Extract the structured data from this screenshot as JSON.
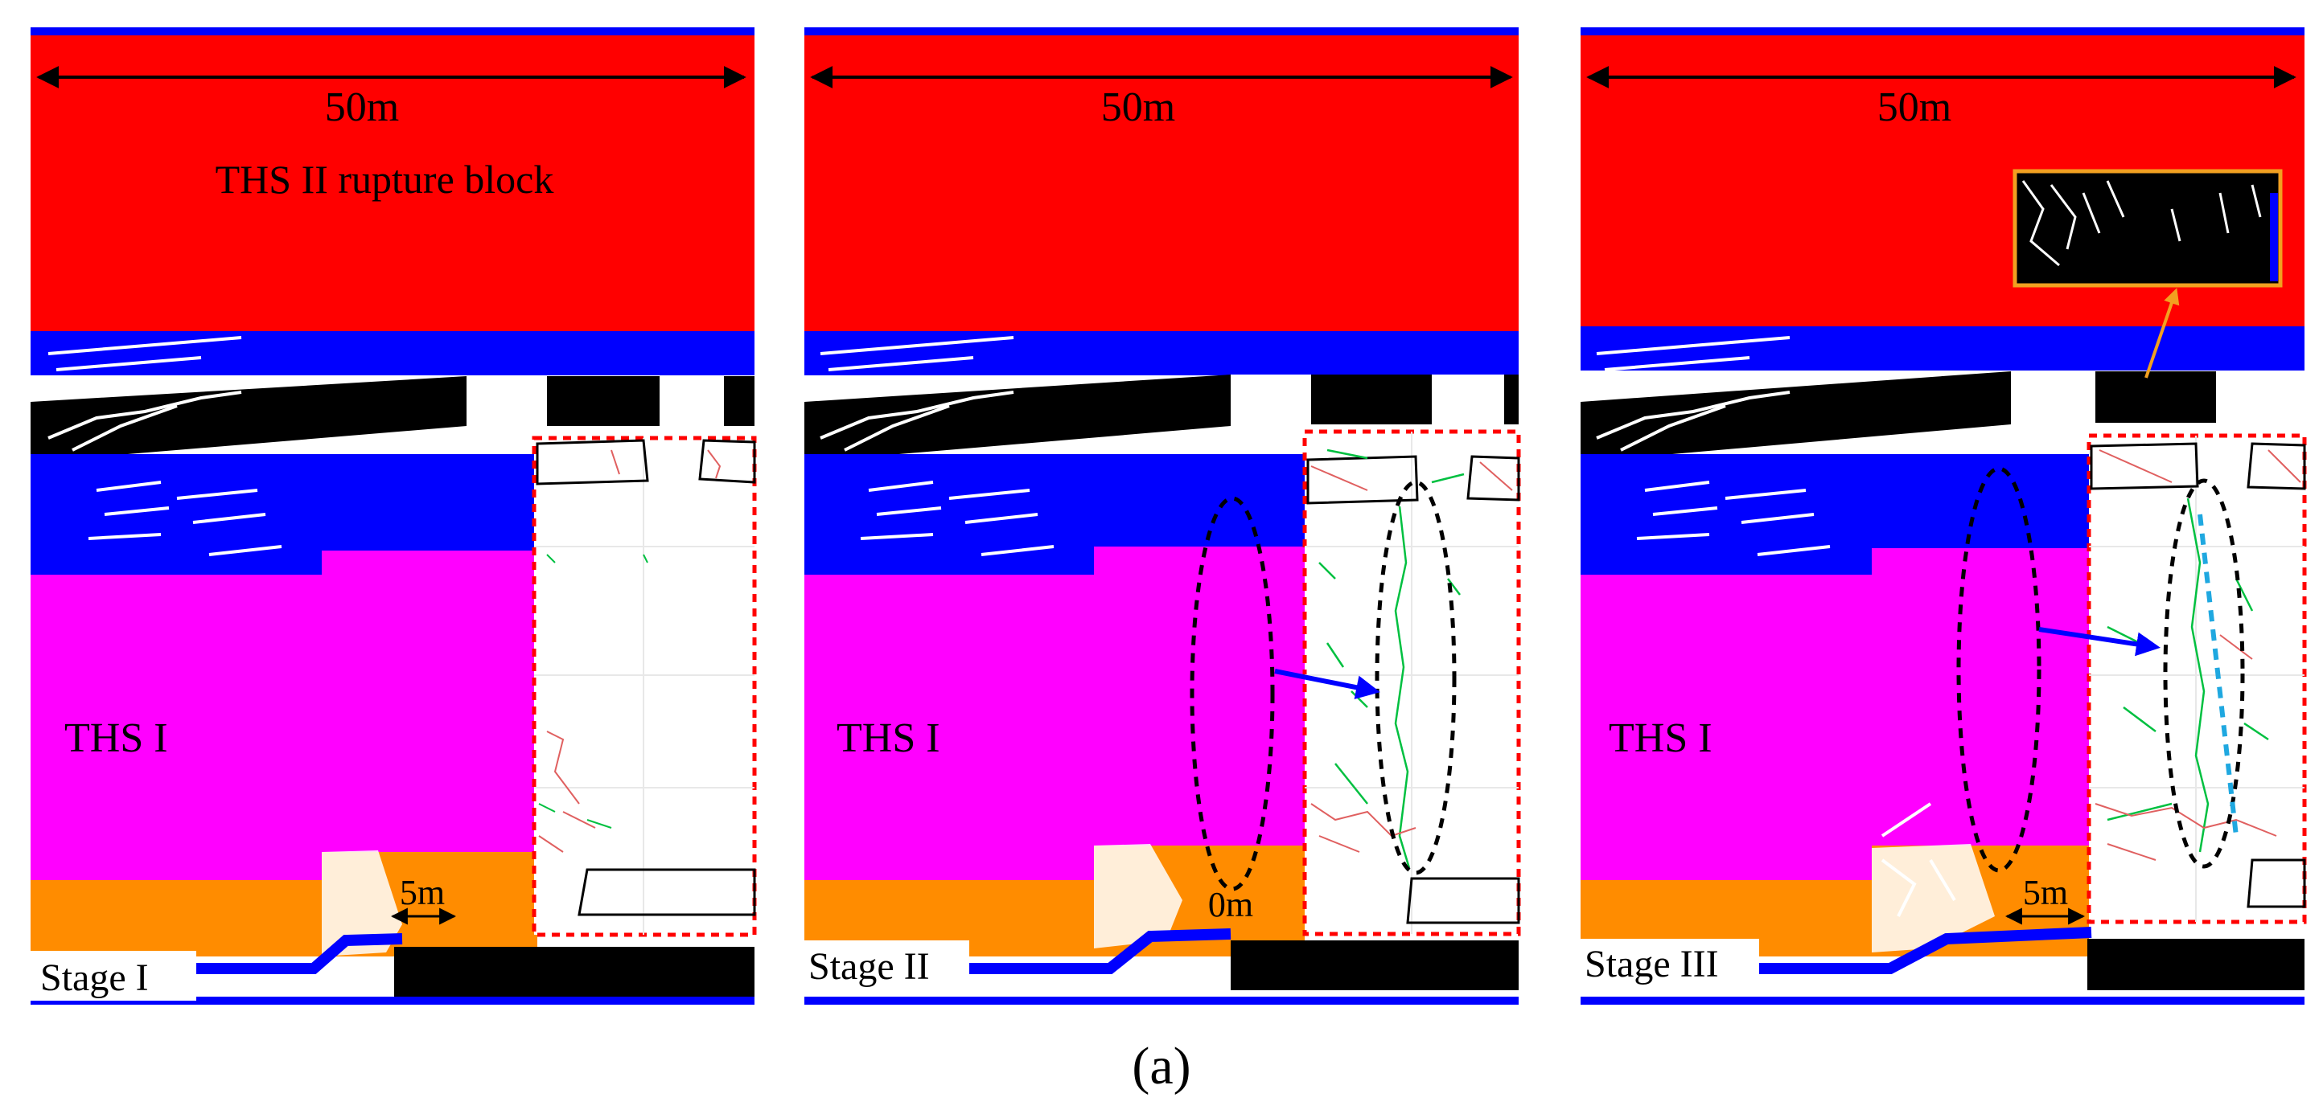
{
  "colors": {
    "red": "#ff0000",
    "blue": "#0000ff",
    "magenta": "#ff00ff",
    "orange": "#ff8c00",
    "black": "#000000",
    "white": "#ffffff",
    "inset_border": "#ff0000",
    "green_crack": "#00c040",
    "pink_crack": "#e06060",
    "arrow_orange": "#f2a020",
    "dashed_cyan": "#1fa8e0"
  },
  "panels": [
    {
      "width_label": "50m",
      "stage_label": "Stage I",
      "block_label": "THS II rupture block",
      "strata_label": "THS I",
      "offset_label": "5m"
    },
    {
      "width_label": "50m",
      "stage_label": "Stage II",
      "strata_label": "THS I",
      "offset_label": "0m"
    },
    {
      "width_label": "50m",
      "stage_label": "Stage III",
      "strata_label": "THS I",
      "offset_label": "5m"
    }
  ],
  "caption": "(a)"
}
